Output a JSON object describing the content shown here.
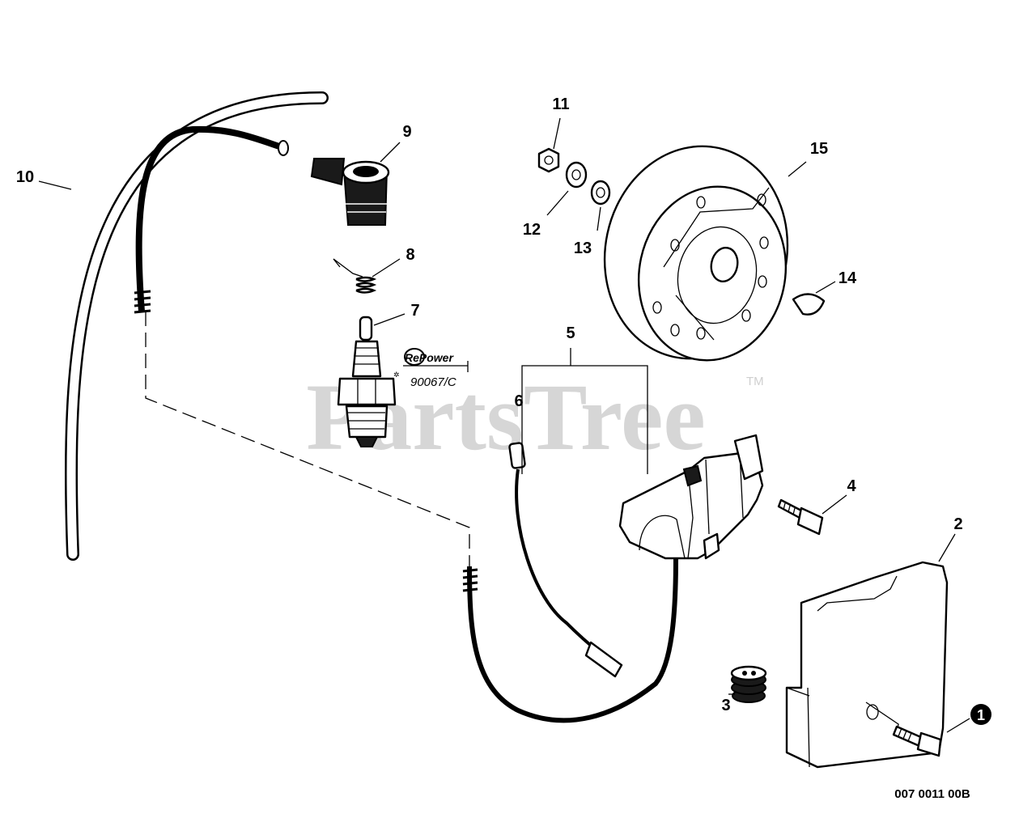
{
  "watermark": {
    "text": "PartsTree",
    "tm": "TM"
  },
  "figure_code": "007 0011 00B",
  "repower": {
    "logo": "RePower",
    "part": "90067/C"
  },
  "callouts": [
    "1",
    "2",
    "3",
    "4",
    "5",
    "6",
    "7",
    "8",
    "9",
    "10",
    "11",
    "12",
    "13",
    "14",
    "15"
  ],
  "colors": {
    "line": "#000000",
    "watermark": "#d6d6d6",
    "background": "#ffffff"
  }
}
